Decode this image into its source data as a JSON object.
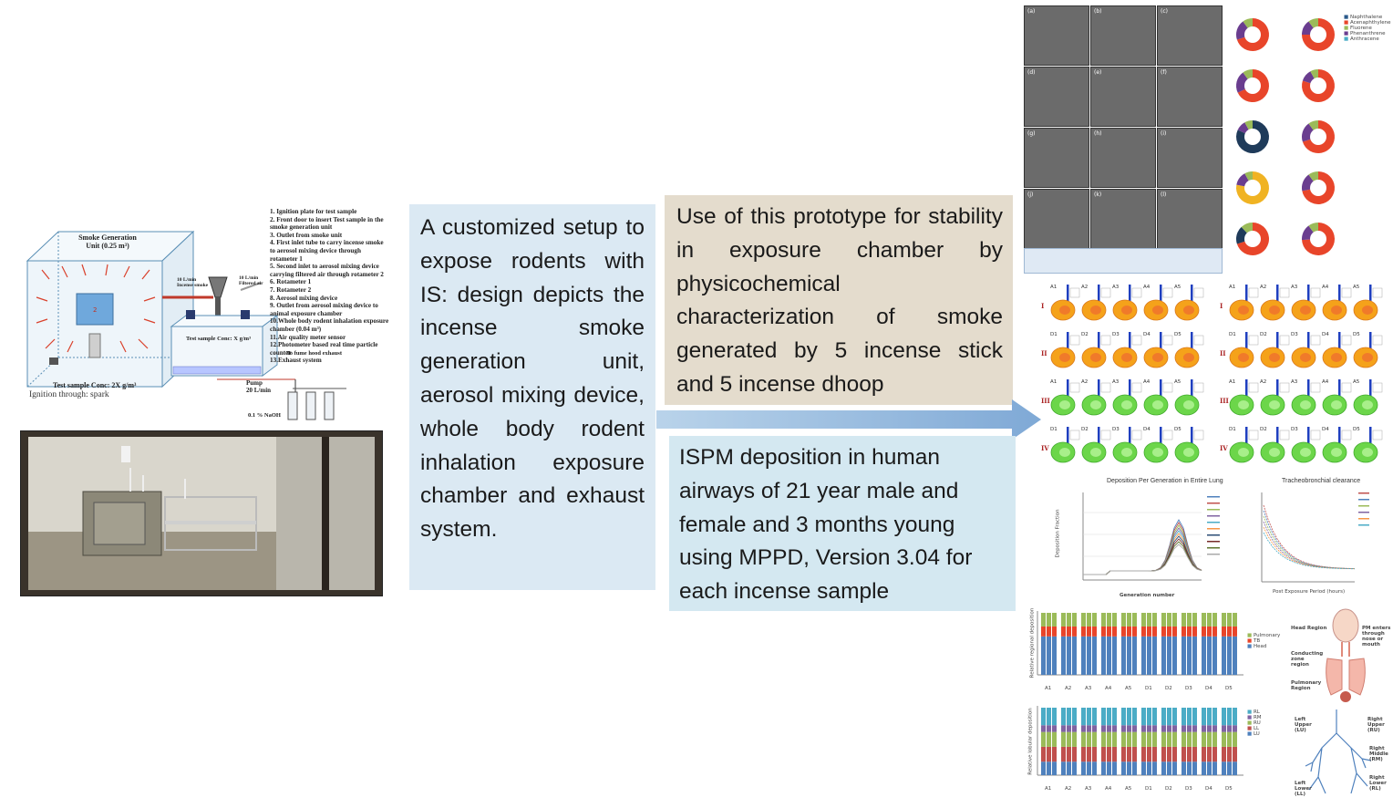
{
  "colors": {
    "setup_box": "#dbe9f3",
    "stability_box": "#e4dccd",
    "deposition_box": "#d4e8f1",
    "arrow": "#8db3d9",
    "pie_red": "#e8452a",
    "pie_purple": "#6a3d8f",
    "pie_green": "#9bbb59",
    "pie_navy": "#1f3b5a",
    "pie_yellow": "#f0b323",
    "lung_orange": "#f5a21a",
    "lung_green": "#6cd64a"
  },
  "schematic": {
    "unit_title": "Smoke Generation\nUnit (0.25 m³)",
    "test_sample_conc_left": "Test sample Conc: 2X g/m³",
    "ignition": "Ignition through: spark",
    "test_sample_conc_right": "Test sample Conc: X g/m³",
    "flow_incense": "10 L/min\nIncense smoke",
    "flow_filtered": "10 L/min\nFiltered air",
    "pump": "Pump\n20 L/min",
    "naoh": "0.1 % NaOH",
    "fume_hood": "To fume hood exhaust",
    "legend_items": [
      "1.  Ignition plate for test sample",
      "2.  Front door to insert Test sample in the",
      "     smoke generation unit",
      "3.  Outlet  from smoke unit",
      "4.  First inlet  tube  to carry incense smoke",
      "     to aerosol mixing device through",
      "     rotameter 1",
      "5.  Second inlet to aerosol mixing device",
      "     carrying filtered air through rotameter 2",
      "6.  Rotameter 1",
      "7.  Rotameter  2",
      "8.  Aerosol mixing device",
      "9.  Outlet from aerosol mixing device to",
      "     animal exposure chamber",
      "10.Whole body rodent inhalation exposure",
      "     chamber (0.04 m³)",
      "11.Air quality meter sensor",
      "12.Photometer based real time particle",
      "     counter",
      "13.Exhaust system"
    ]
  },
  "text_boxes": {
    "setup": "A customized setup to expose rodents with IS: design depicts the incense smoke generation unit, aerosol mixing device, whole body rodent inhalation exposure chamber and exhaust system.",
    "stability": "Use of  this prototype for stability in exposure chamber by physicochemical characterization of smoke generated by 5 incense stick and 5 incense dhoop",
    "deposition": "ISPM deposition in human airways of 21 year male and female and 3 months young using MPPD, Version 3.04 for each incense sample"
  },
  "sem_labels": [
    "(a)",
    "(b)",
    "(c)",
    "(d)",
    "(e)",
    "(f)",
    "(g)",
    "(h)",
    "(i)",
    "(j)",
    "(k)",
    "(l)"
  ],
  "pie_legend": [
    "Naphthalene",
    "Acenaphthylene",
    "Fluorene",
    "Phenanthrene",
    "Anthracene"
  ],
  "lung_grid": {
    "row_labels": [
      "I",
      "II",
      "III",
      "IV"
    ],
    "a_labels": [
      "A1",
      "A2",
      "A3",
      "A4",
      "A5"
    ],
    "d_labels": [
      "D1",
      "D2",
      "D3",
      "D4",
      "D5"
    ]
  },
  "charts": {
    "deposition_title": "Deposition Per Generation in Entire Lung",
    "deposition_xlabel": "Generation number",
    "deposition_ylabel": "Deposition Fraction",
    "clearance_title": "Tracheobronchial clearance",
    "clearance_xlabel": "Post Exposure Period (hours)",
    "regional_ylabel": "Relative regional deposition",
    "regional_legend": [
      "Pulmonary",
      "TB",
      "Head"
    ],
    "lobar_ylabel": "Relative lobular deposition",
    "lobar_legend": [
      "RL",
      "RM",
      "RU",
      "LL",
      "LU"
    ],
    "group_labels": [
      "A1",
      "A2",
      "A3",
      "A4",
      "A5",
      "D1",
      "D2",
      "D3",
      "D4",
      "D5"
    ]
  },
  "anatomy": {
    "head": "Head Region",
    "conducting": "Conducting zone region",
    "pulmonary": "Pulmonary Region",
    "pm_entry": "PM enters through nose or mouth",
    "left_upper": "Left Upper (LU)",
    "right_upper": "Right Upper (RU)",
    "right_middle": "Right Middle (RM)",
    "right_lower": "Right Lower (RL)",
    "left_lower": "Left Lower (LL)"
  }
}
